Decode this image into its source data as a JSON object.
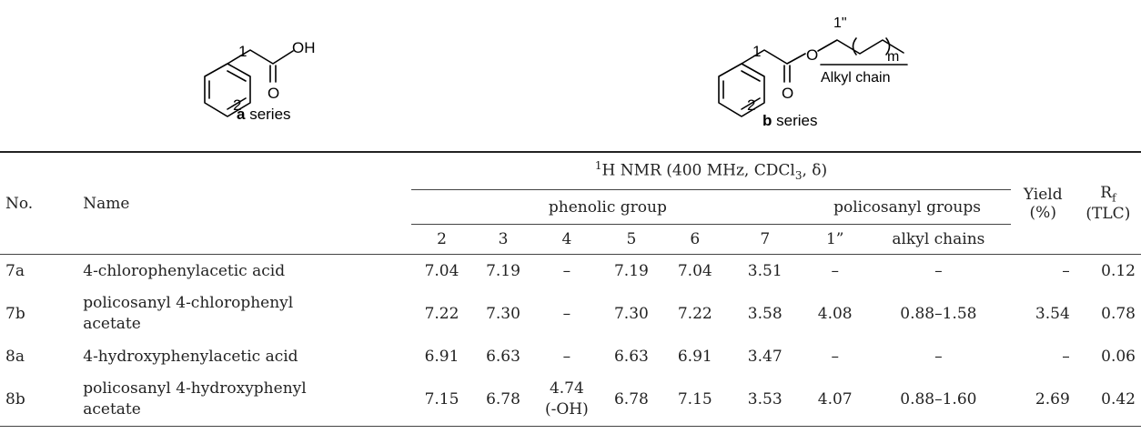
{
  "structures": {
    "a": {
      "locant_1": "1",
      "locant_2": "2",
      "oh_label": "OH",
      "o_label": "O",
      "series_bold": "a",
      "series_text": " series"
    },
    "b": {
      "locant_1": "1",
      "locant_2": "2",
      "o_ester_label": "O",
      "o_carbonyl_label": "O",
      "locant_1pp": "1\"",
      "m_label": "m",
      "chain_label": "Alkyl chain",
      "series_bold": "b",
      "series_text": " series"
    }
  },
  "table": {
    "header": {
      "no": "No.",
      "name": "Name",
      "nmr_sup": "1",
      "nmr_pre": "H NMR (400 MHz, CDCl",
      "nmr_sub": "3",
      "nmr_post": ", δ)",
      "phenolic_group": "phenolic group",
      "policosanyl_groups": "policosanyl groups",
      "yield_line1": "Yield",
      "yield_line2": "(%)",
      "rf_main": "R",
      "rf_sub": "f",
      "rf_line2": "(TLC)",
      "cols": [
        "2",
        "3",
        "4",
        "5",
        "6",
        "7",
        "1”",
        "alkyl chains"
      ]
    },
    "rows": [
      {
        "no": "7a",
        "name_line1": "4-chlorophenylacetic acid",
        "name_line2": "",
        "c2": "7.04",
        "c3": "7.19",
        "c4": "–",
        "c4b": "",
        "c5": "7.19",
        "c6": "7.04",
        "c7": "3.51",
        "c1pp": "–",
        "alkyl": "–",
        "yield": "–",
        "rf": "0.12"
      },
      {
        "no": "7b",
        "name_line1": "policosanyl 4-chlorophenyl",
        "name_line2": "acetate",
        "c2": "7.22",
        "c3": "7.30",
        "c4": "–",
        "c4b": "",
        "c5": "7.30",
        "c6": "7.22",
        "c7": "3.58",
        "c1pp": "4.08",
        "alkyl": "0.88–1.58",
        "yield": "3.54",
        "rf": "0.78"
      },
      {
        "no": "8a",
        "name_line1": "4-hydroxyphenylacetic acid",
        "name_line2": "",
        "c2": "6.91",
        "c3": "6.63",
        "c4": "–",
        "c4b": "",
        "c5": "6.63",
        "c6": "6.91",
        "c7": "3.47",
        "c1pp": "–",
        "alkyl": "–",
        "yield": "–",
        "rf": "0.06"
      },
      {
        "no": "8b",
        "name_line1": "policosanyl 4-hydroxyphenyl",
        "name_line2": "acetate",
        "c2": "7.15",
        "c3": "6.78",
        "c4": "4.74",
        "c4b": "(-OH)",
        "c5": "6.78",
        "c6": "7.15",
        "c7": "3.53",
        "c1pp": "4.07",
        "alkyl": "0.88–1.60",
        "yield": "2.69",
        "rf": "0.42"
      }
    ]
  }
}
